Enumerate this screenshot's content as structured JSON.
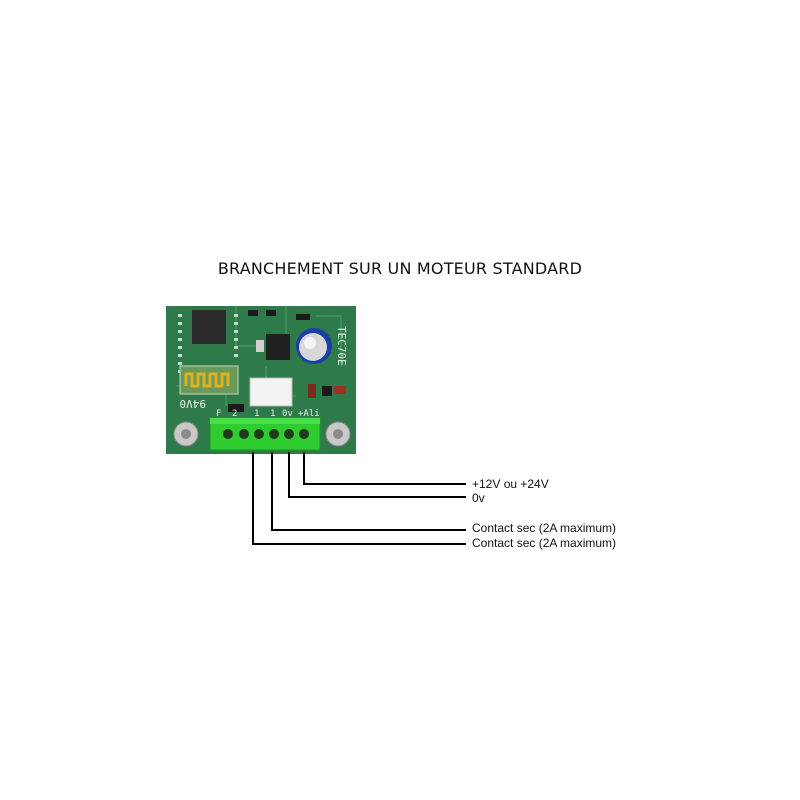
{
  "diagram": {
    "title": "BRANCHEMENT SUR UN MOTEUR STANDARD",
    "board": {
      "model_text": "TEC70E",
      "version_text": "94V0",
      "terminal_labels": [
        "F",
        "2",
        "1",
        "1",
        "0v",
        "+Ali"
      ]
    },
    "wire_labels": [
      "+12V ou +24V",
      "0v",
      "Contact sec (2A maximum)",
      "Contact sec (2A maximum)"
    ],
    "colors": {
      "pcb": "#2f7a4a",
      "terminal_block": "#2ecc2e",
      "wire": "#000000",
      "capacitor": "#1a3fa8"
    }
  }
}
